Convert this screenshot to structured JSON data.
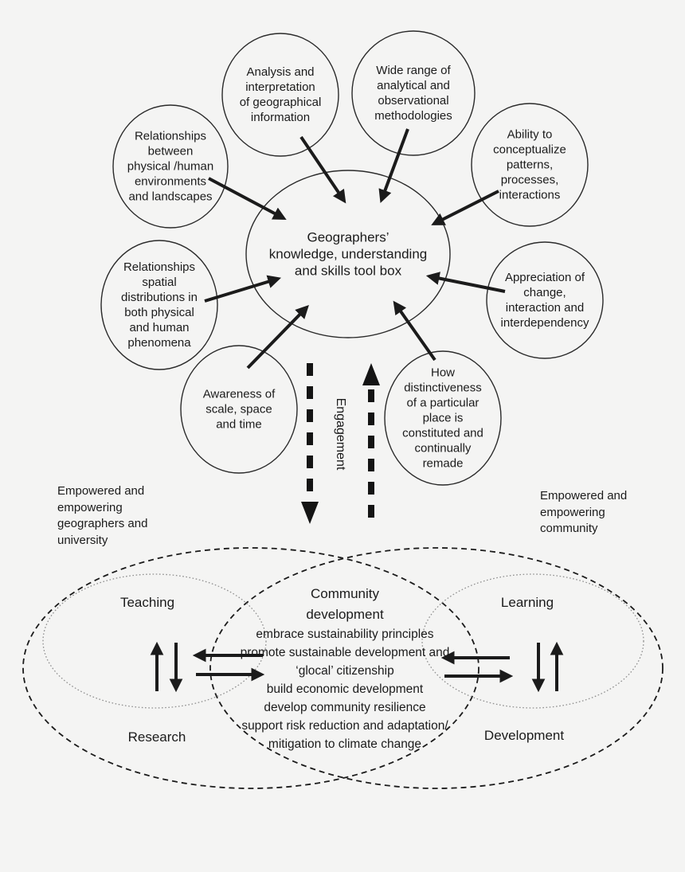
{
  "figure": {
    "background": "#f4f4f3",
    "ink": "#1b1b1b",
    "dotted_outline": "#8f8f8f"
  },
  "hub": {
    "label": "Geographers’\nknowledge, understanding\nand skills tool box"
  },
  "bubbles": [
    {
      "id": "analysis",
      "label": "Analysis and\ninterpretation\nof geographical\ninformation"
    },
    {
      "id": "methodologies",
      "label": "Wide range of\nanalytical and\nobservational\nmethodologies"
    },
    {
      "id": "environments",
      "label": "Relationships\nbetween\nphysical /human\nenvironments\nand landscapes"
    },
    {
      "id": "conceptualize",
      "label": "Ability to\nconceptualize\npatterns,\nprocesses,\ninteractions"
    },
    {
      "id": "spatial",
      "label": "Relationships\nspatial\ndistributions in\nboth physical\nand human\nphenomena"
    },
    {
      "id": "interdependency",
      "label": "Appreciation of\nchange,\ninteraction and\ninterdependency"
    },
    {
      "id": "awareness",
      "label": "Awareness of\nscale, space\nand time"
    },
    {
      "id": "distinctiveness",
      "label": "How\ndistinctiveness\nof a particular\nplace is\nconstituted and\ncontinually\nremade"
    }
  ],
  "engagement": {
    "label": "Engagement"
  },
  "captions": {
    "left": "Empowered and\nempowering\ngeographers and\nuniversity",
    "right": "Empowered and\nempowering\ncommunity"
  },
  "venn": {
    "left": {
      "top": "Teaching",
      "bottom": "Research"
    },
    "right": {
      "top": "Learning",
      "bottom": "Development"
    },
    "center_title": "Community\ndevelopment",
    "center_items": [
      "embrace sustainability principles",
      "promote sustainable development and\n‘glocal’ citizenship",
      "build economic development",
      "develop community resilience",
      "support risk reduction and adaptation/\nmitigation to climate change"
    ]
  }
}
